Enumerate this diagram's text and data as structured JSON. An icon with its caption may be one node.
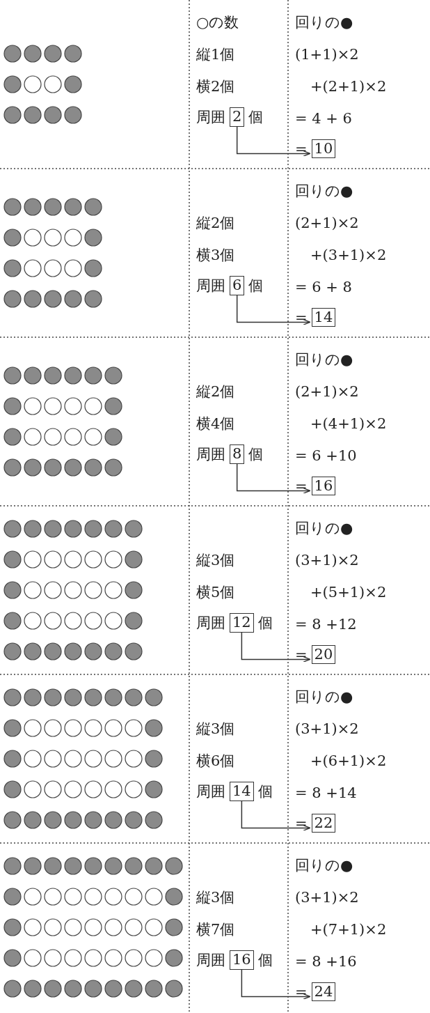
{
  "diagram": {
    "nodes": [
      {
        "text": [
          "2"
        ],
        "beside": [
          "周囲",
          "個"
        ]
      },
      {
        "text": [
          "10"
        ],
        "beside": [
          "="
        ]
      },
      {
        "text": [
          "6"
        ],
        "beside": [
          "周囲",
          "個"
        ]
      },
      {
        "text": [
          "14"
        ],
        "beside": [
          "="
        ]
      },
      {
        "text": [
          "8"
        ],
        "beside": [
          "周囲",
          "個"
        ]
      },
      {
        "text": [
          "16"
        ],
        "beside": [
          "="
        ]
      },
      {
        "text": [
          "12"
        ],
        "beside": [
          "周囲",
          "個"
        ]
      },
      {
        "text": [
          "20"
        ],
        "beside": [
          "="
        ]
      },
      {
        "text": [
          "14"
        ],
        "beside": [
          "周囲",
          "個"
        ]
      },
      {
        "text": [
          "22"
        ],
        "beside": [
          "="
        ]
      },
      {
        "text": [
          "16"
        ],
        "beside": [
          "周囲",
          "個"
        ]
      },
      {
        "text": [
          "24"
        ],
        "beside": [
          "="
        ]
      }
    ],
    "edges": [
      {
        "from": 0,
        "to": 1,
        "arrow": "to"
      },
      {
        "from": 2,
        "to": 3,
        "arrow": "to"
      },
      {
        "from": 4,
        "to": 5,
        "arrow": "to"
      },
      {
        "from": 6,
        "to": 7,
        "arrow": "to"
      },
      {
        "from": 8,
        "to": 9,
        "arrow": "to"
      },
      {
        "from": 10,
        "to": 11,
        "arrow": "to"
      }
    ],
    "labels": [
      "○の数",
      "回りの●",
      "縦1個",
      "(1+1)×2",
      "横2個",
      "+(2+1)×2",
      "= 4 + 6",
      "回りの●",
      "縦2個",
      "(2+1)×2",
      "横3個",
      "+(3+1)×2",
      "= 6 + 8",
      "回りの●",
      "縦2個",
      "(2+1)×2",
      "横4個",
      "+(4+1)×2",
      "= 6 +10",
      "回りの●",
      "縦3個",
      "(3+1)×2",
      "横5個",
      "+(5+1)×2",
      "= 8 +12",
      "回りの●",
      "縦3個",
      "(3+1)×2",
      "横6個",
      "+(6+1)×2",
      "= 8 +14",
      "回りの●",
      "縦3個",
      "(3+1)×2",
      "横7個",
      "+(7+1)×2",
      "= 8 +16"
    ]
  }
}
